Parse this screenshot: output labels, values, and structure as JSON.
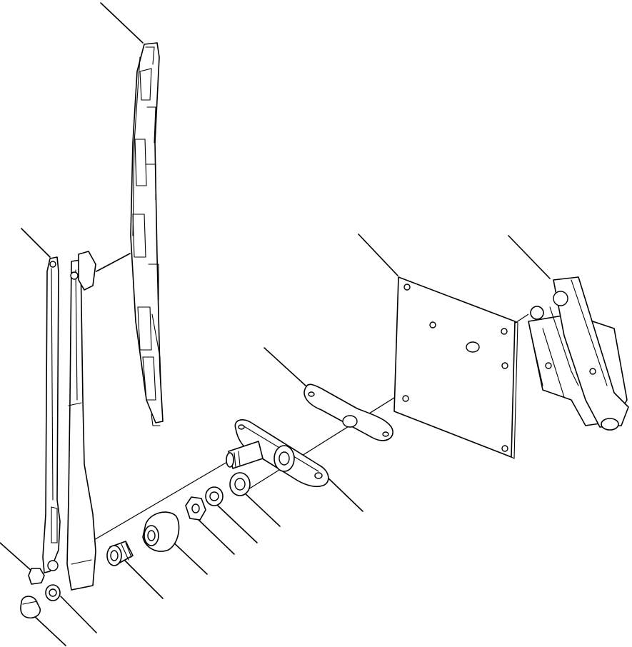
{
  "figure": {
    "parts": [
      {
        "id": "wiper-blade",
        "icon": "wiper-blade-icon"
      },
      {
        "id": "wiper-arm",
        "icon": "wiper-arm-icon"
      },
      {
        "id": "mounting-plate",
        "icon": "mounting-plate-icon"
      },
      {
        "id": "wiper-motor",
        "icon": "wiper-motor-icon"
      },
      {
        "id": "gasket",
        "icon": "gasket-icon"
      },
      {
        "id": "motor-flange",
        "icon": "flange-icon"
      },
      {
        "id": "spacer-washer",
        "icon": "washer-icon"
      },
      {
        "id": "lock-washer",
        "icon": "washer-icon"
      },
      {
        "id": "hex-nut",
        "icon": "nut-icon"
      },
      {
        "id": "rubber-boot",
        "icon": "boot-icon"
      },
      {
        "id": "splined-bushing",
        "icon": "bushing-icon"
      },
      {
        "id": "arm-nut",
        "icon": "nut-icon"
      },
      {
        "id": "arm-washer",
        "icon": "washer-icon"
      },
      {
        "id": "acorn-cap-nut",
        "icon": "cap-nut-icon"
      }
    ]
  }
}
